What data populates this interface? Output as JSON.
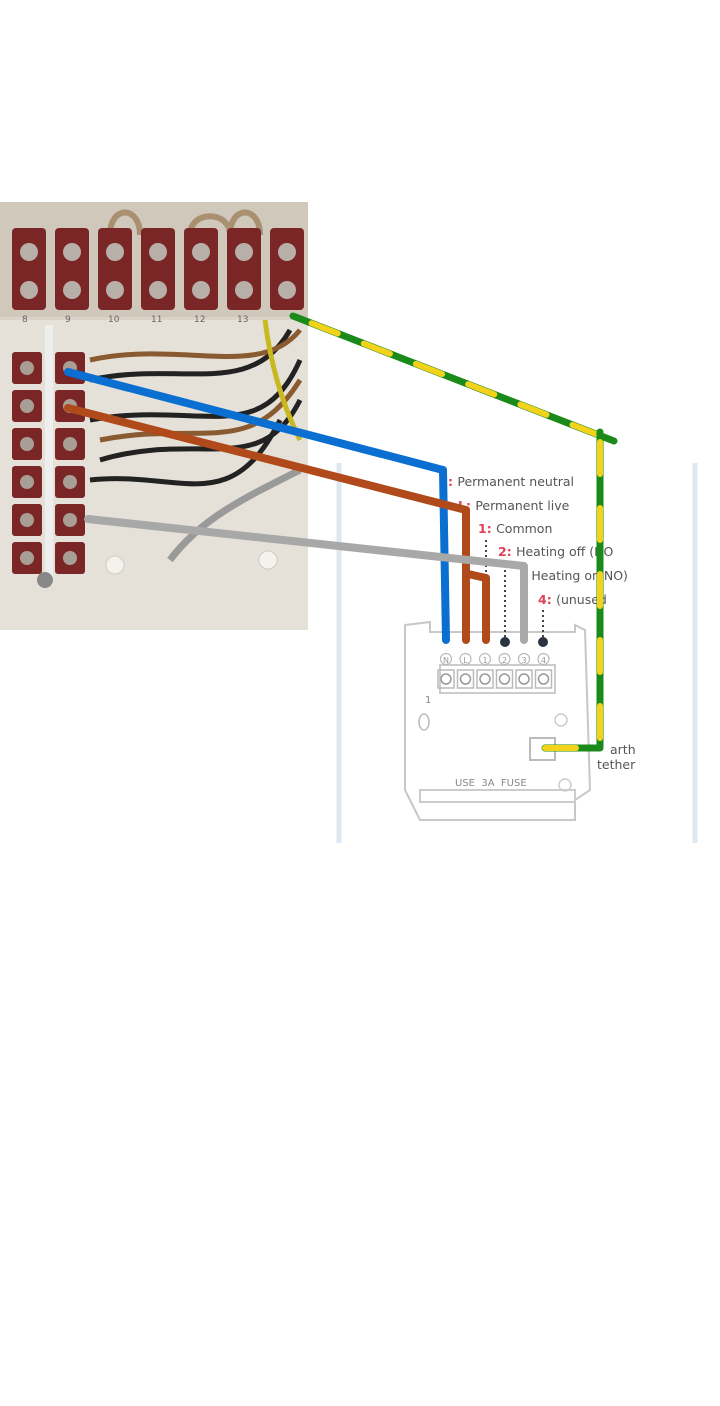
{
  "diagram": {
    "labels": [
      {
        "num": ":",
        "text": "Permanent neutral"
      },
      {
        "num": "L:",
        "text": "Permanent live"
      },
      {
        "num": "1:",
        "text": "Common"
      },
      {
        "num": "2:",
        "text": "Heating off (NO"
      },
      {
        "num": ":",
        "text": "Heating on NO)"
      },
      {
        "num": "4:",
        "text": "(unused"
      }
    ],
    "terminals": [
      "N",
      "L",
      "1",
      "2",
      "3",
      "4"
    ],
    "fuse_text": "USE  3A  FUSE",
    "side_mark": "1",
    "earth_label_1": "arth",
    "earth_label_2": "tether",
    "photo_block_numbers": [
      "8",
      "9",
      "10",
      "11",
      "12",
      "13"
    ]
  },
  "colors": {
    "neutral": "#0a6fd0",
    "live": "#b04a1a",
    "switched": "#a8a8a8",
    "earth_green": "#1a8a1a",
    "earth_yellow": "#f2d21a",
    "terminal_block": "#7a2526"
  }
}
